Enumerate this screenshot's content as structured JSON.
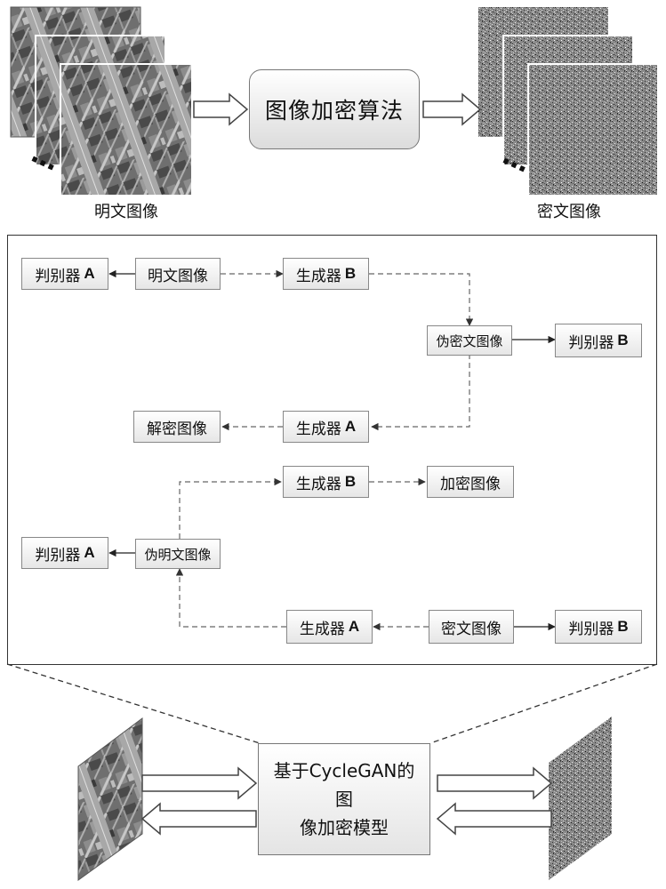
{
  "top": {
    "plain_label": "明文图像",
    "algorithm_label": "图像加密算法",
    "cipher_label": "密文图像",
    "ellipsis": "…"
  },
  "panel": {
    "nodes": {
      "disc_a_1": {
        "text": "判别器",
        "suffix": "A"
      },
      "plain_image": {
        "text": "明文图像",
        "suffix": ""
      },
      "gen_b_1": {
        "text": "生成器",
        "suffix": "B"
      },
      "fake_cipher": {
        "text": "伪密文图像",
        "suffix": ""
      },
      "disc_b_1": {
        "text": "判别器",
        "suffix": "B"
      },
      "decrypted": {
        "text": "解密图像",
        "suffix": ""
      },
      "gen_a_1": {
        "text": "生成器",
        "suffix": "A"
      },
      "gen_b_2": {
        "text": "生成器",
        "suffix": "B"
      },
      "encrypted": {
        "text": "加密图像",
        "suffix": ""
      },
      "disc_a_2": {
        "text": "判别器",
        "suffix": "A"
      },
      "fake_plain": {
        "text": "伪明文图像",
        "suffix": ""
      },
      "gen_a_2": {
        "text": "生成器",
        "suffix": "A"
      },
      "cipher_image": {
        "text": "密文图像",
        "suffix": ""
      },
      "disc_b_2": {
        "text": "判别器",
        "suffix": "B"
      }
    }
  },
  "bottom": {
    "model_line1": "基于CycleGAN的图",
    "model_line2": "像加密模型"
  },
  "colors": {
    "solid_arrow": "#222222",
    "dashed_arrow": "#666666",
    "block_arrow_fill": "#ffffff",
    "block_arrow_stroke": "#444444"
  }
}
